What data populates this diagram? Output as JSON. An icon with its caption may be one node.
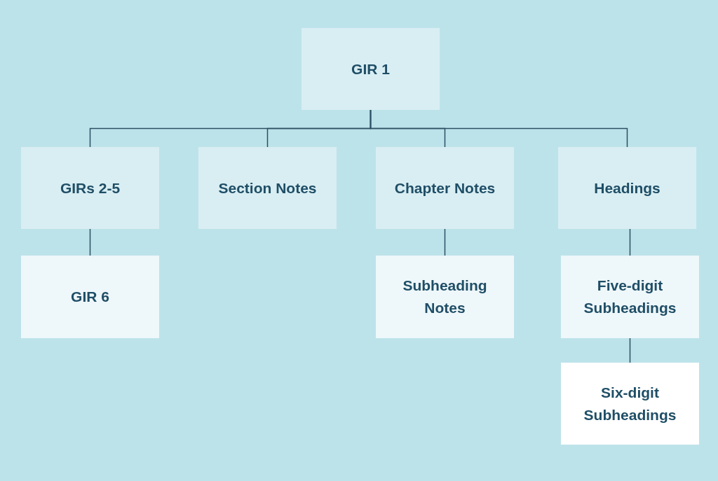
{
  "diagram": {
    "nodes": [
      {
        "text": [
          "GIR 1"
        ]
      },
      {
        "text": [
          "GIRs 2-5"
        ]
      },
      {
        "text": [
          "Section Notes"
        ]
      },
      {
        "text": [
          "Chapter Notes"
        ]
      },
      {
        "text": [
          "Headings"
        ]
      },
      {
        "text": [
          "GIR 6"
        ]
      },
      {
        "text": [
          "Subheading Notes"
        ]
      },
      {
        "text": [
          "Five-digit Subheadings"
        ]
      },
      {
        "text": [
          "Six-digit Subheadings"
        ]
      }
    ],
    "edges": [
      {
        "from": 0,
        "to": 1,
        "arrow": "none"
      },
      {
        "from": 0,
        "to": 2,
        "arrow": "none"
      },
      {
        "from": 0,
        "to": 3,
        "arrow": "none"
      },
      {
        "from": 0,
        "to": 4,
        "arrow": "none"
      },
      {
        "from": 1,
        "to": 5,
        "arrow": "none"
      },
      {
        "from": 3,
        "to": 6,
        "arrow": "none"
      },
      {
        "from": 4,
        "to": 7,
        "arrow": "none"
      },
      {
        "from": 7,
        "to": 8,
        "arrow": "none"
      }
    ]
  }
}
